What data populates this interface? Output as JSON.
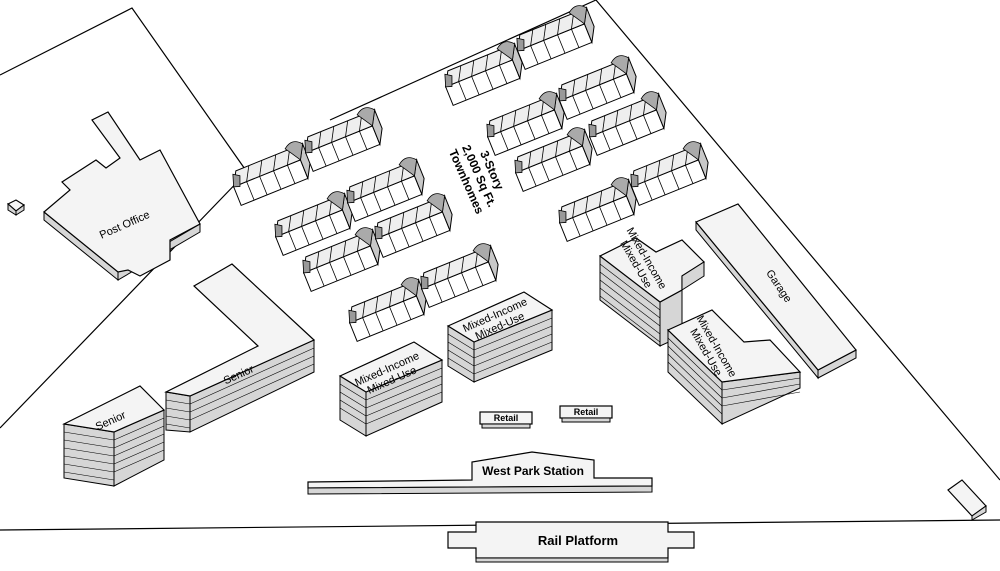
{
  "labels": {
    "post_office": "Post Office",
    "senior_l": "Senior",
    "senior_small": "Senior",
    "townhomes_1": "3-Story",
    "townhomes_2": "2,000 Sq Ft.",
    "townhomes_3": "Townhomes",
    "mixed_a_1": "Mixed-Income",
    "mixed_a_2": "Mixed-Use",
    "mixed_b_1": "Mixed-Income",
    "mixed_b_2": "Mixed-Use",
    "mixed_c_1": "Mixed-Income",
    "mixed_c_2": "Mixed-Use",
    "mixed_d_1": "Mixed-Income",
    "mixed_d_2": "Mixed-Use",
    "garage": "Garage",
    "retail_1": "Retail",
    "retail_2": "Retail",
    "station": "West Park Station",
    "platform": "Rail Platform"
  }
}
